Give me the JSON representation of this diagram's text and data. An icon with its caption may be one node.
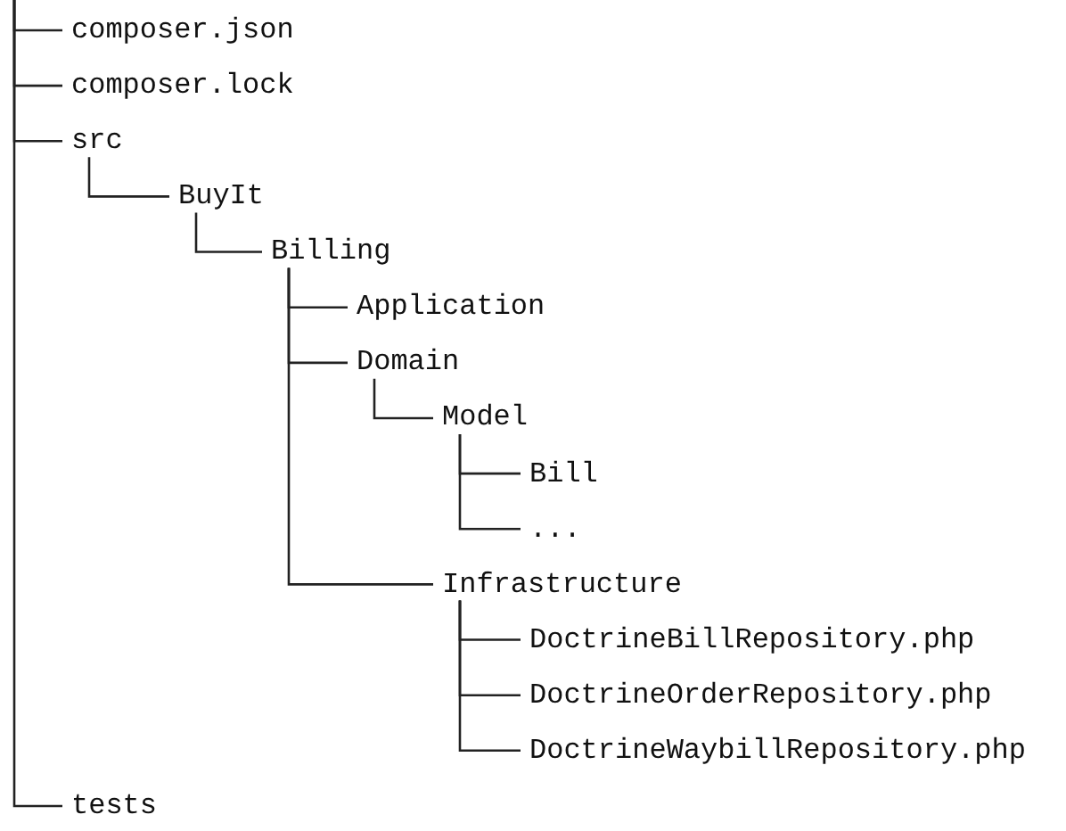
{
  "diagram": {
    "nodes": [
      {
        "text": [
          "composer.json"
        ]
      },
      {
        "text": [
          "composer.lock"
        ]
      },
      {
        "text": [
          "src"
        ]
      },
      {
        "text": [
          "BuyIt"
        ]
      },
      {
        "text": [
          "Billing"
        ]
      },
      {
        "text": [
          "Application"
        ]
      },
      {
        "text": [
          "Domain"
        ]
      },
      {
        "text": [
          "Model"
        ]
      },
      {
        "text": [
          "Bill"
        ]
      },
      {
        "text": [
          "..."
        ]
      },
      {
        "text": [
          "Infrastructure"
        ]
      },
      {
        "text": [
          "DoctrineBillRepository.php"
        ]
      },
      {
        "text": [
          "DoctrineOrderRepository.php"
        ]
      },
      {
        "text": [
          "DoctrineWaybillRepository.php"
        ]
      },
      {
        "text": [
          "tests"
        ]
      }
    ],
    "edges": [
      {
        "from": null,
        "to": 0,
        "arrow": "none"
      },
      {
        "from": null,
        "to": 1,
        "arrow": "none"
      },
      {
        "from": null,
        "to": 2,
        "arrow": "none"
      },
      {
        "from": 2,
        "to": 3,
        "arrow": "none"
      },
      {
        "from": 3,
        "to": 4,
        "arrow": "none"
      },
      {
        "from": 4,
        "to": 5,
        "arrow": "none"
      },
      {
        "from": 4,
        "to": 6,
        "arrow": "none"
      },
      {
        "from": 6,
        "to": 7,
        "arrow": "none"
      },
      {
        "from": 7,
        "to": 8,
        "arrow": "none"
      },
      {
        "from": 7,
        "to": 9,
        "arrow": "none"
      },
      {
        "from": 4,
        "to": 10,
        "arrow": "none"
      },
      {
        "from": 10,
        "to": 11,
        "arrow": "none"
      },
      {
        "from": 10,
        "to": 12,
        "arrow": "none"
      },
      {
        "from": 10,
        "to": 13,
        "arrow": "none"
      },
      {
        "from": null,
        "to": 14,
        "arrow": "none"
      }
    ]
  }
}
